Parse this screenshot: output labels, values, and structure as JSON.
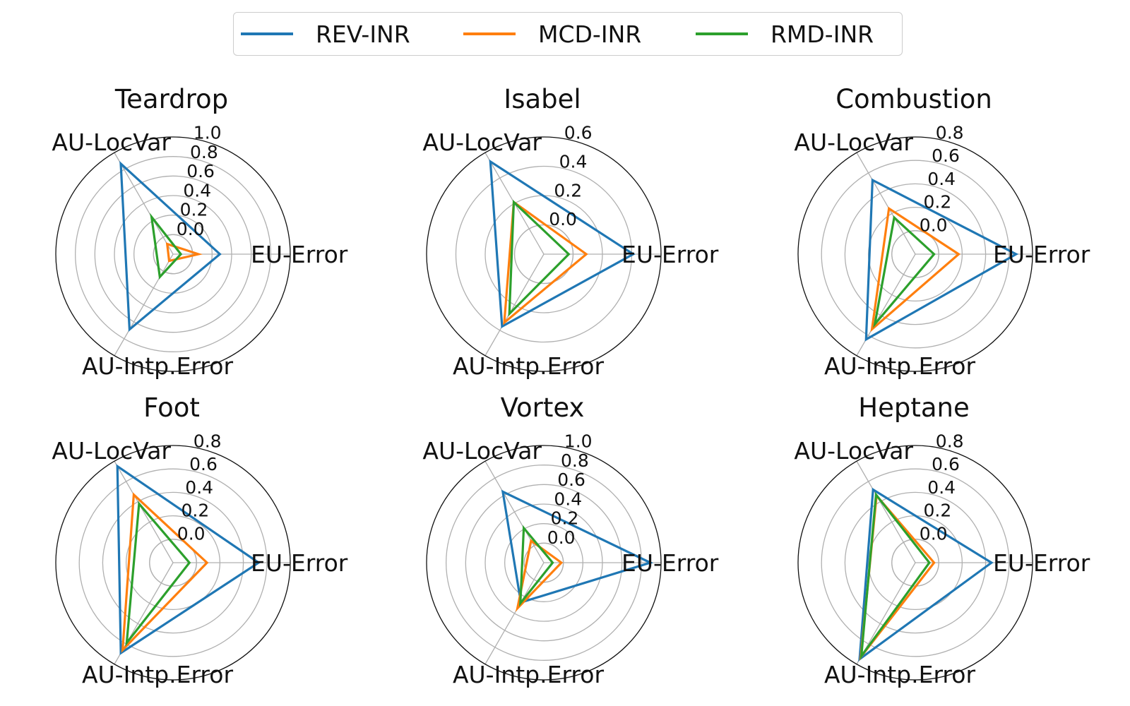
{
  "legend": [
    {
      "name": "REV-INR",
      "color": "#1f77b4"
    },
    {
      "name": "MCD-INR",
      "color": "#ff7f0e"
    },
    {
      "name": "RMD-INR",
      "color": "#2ca02c"
    }
  ],
  "chart_data": [
    {
      "type": "radar",
      "title": "Teardrop",
      "axes": [
        "EU-Error",
        "AU-LocVar",
        "AU-Intp.Error"
      ],
      "rlim": [
        -0.2,
        1.0
      ],
      "rticks": [
        "0.0",
        "0.2",
        "0.4",
        "0.6",
        "0.8",
        "1.0"
      ],
      "grid": true,
      "series": [
        {
          "name": "REV-INR",
          "values": [
            0.28,
            0.87,
            0.69
          ]
        },
        {
          "name": "MCD-INR",
          "values": [
            0.06,
            -0.08,
            -0.12
          ]
        },
        {
          "name": "RMD-INR",
          "values": [
            -0.12,
            0.24,
            0.07
          ]
        }
      ]
    },
    {
      "type": "radar",
      "title": "Isabel",
      "axes": [
        "EU-Error",
        "AU-LocVar",
        "AU-Intp.Error"
      ],
      "rlim": [
        -0.2,
        0.6
      ],
      "rticks": [
        "0.0",
        "0.2",
        "0.4",
        "0.6"
      ],
      "grid": true,
      "series": [
        {
          "name": "REV-INR",
          "values": [
            0.41,
            0.53,
            0.37
          ]
        },
        {
          "name": "MCD-INR",
          "values": [
            0.09,
            0.21,
            0.34
          ]
        },
        {
          "name": "RMD-INR",
          "values": [
            -0.03,
            0.21,
            0.27
          ]
        }
      ]
    },
    {
      "type": "radar",
      "title": "Combustion",
      "axes": [
        "EU-Error",
        "AU-LocVar",
        "AU-Intp.Error"
      ],
      "rlim": [
        -0.2,
        0.8
      ],
      "rticks": [
        "0.0",
        "0.2",
        "0.4",
        "0.6",
        "0.8"
      ],
      "grid": true,
      "series": [
        {
          "name": "REV-INR",
          "values": [
            0.66,
            0.53,
            0.64
          ]
        },
        {
          "name": "MCD-INR",
          "values": [
            0.17,
            0.25,
            0.54
          ]
        },
        {
          "name": "RMD-INR",
          "values": [
            -0.04,
            0.16,
            0.49
          ]
        }
      ]
    },
    {
      "type": "radar",
      "title": "Foot",
      "axes": [
        "EU-Error",
        "AU-LocVar",
        "AU-Intp.Error"
      ],
      "rlim": [
        -0.2,
        0.8
      ],
      "rticks": [
        "0.0",
        "0.2",
        "0.4",
        "0.6",
        "0.8"
      ],
      "grid": true,
      "series": [
        {
          "name": "REV-INR",
          "values": [
            0.53,
            0.75,
            0.69
          ]
        },
        {
          "name": "MCD-INR",
          "values": [
            0.09,
            0.47,
            0.66
          ]
        },
        {
          "name": "RMD-INR",
          "values": [
            -0.06,
            0.38,
            0.59
          ]
        }
      ]
    },
    {
      "type": "radar",
      "title": "Vortex",
      "axes": [
        "EU-Error",
        "AU-LocVar",
        "AU-Intp.Error"
      ],
      "rlim": [
        -0.2,
        1.0
      ],
      "rticks": [
        "0.0",
        "0.2",
        "0.4",
        "0.6",
        "0.8",
        "1.0"
      ],
      "grid": true,
      "series": [
        {
          "name": "REV-INR",
          "values": [
            0.89,
            0.64,
            0.27
          ]
        },
        {
          "name": "MCD-INR",
          "values": [
            -0.02,
            0.06,
            0.34
          ]
        },
        {
          "name": "RMD-INR",
          "values": [
            -0.11,
            0.21,
            0.28
          ]
        }
      ]
    },
    {
      "type": "radar",
      "title": "Heptane",
      "axes": [
        "EU-Error",
        "AU-LocVar",
        "AU-Intp.Error"
      ],
      "rlim": [
        -0.2,
        0.8
      ],
      "rticks": [
        "0.0",
        "0.2",
        "0.4",
        "0.6",
        "0.8"
      ],
      "grid": true,
      "series": [
        {
          "name": "REV-INR",
          "values": [
            0.45,
            0.52,
            0.75
          ]
        },
        {
          "name": "MCD-INR",
          "values": [
            -0.04,
            0.46,
            0.73
          ]
        },
        {
          "name": "RMD-INR",
          "values": [
            -0.08,
            0.47,
            0.72
          ]
        }
      ]
    }
  ]
}
